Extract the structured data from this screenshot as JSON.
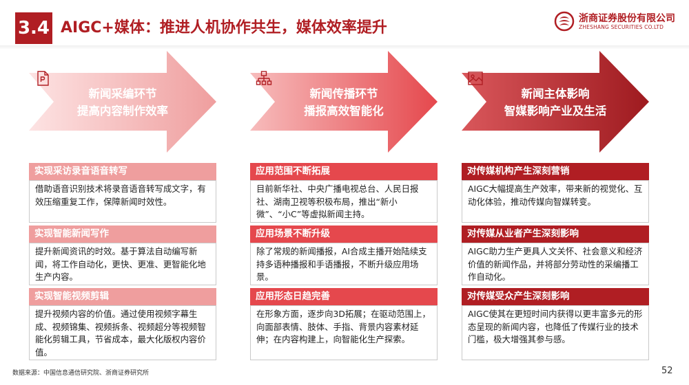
{
  "header": {
    "section_number": "3.4",
    "title": "AIGC+媒体：推进人机协作共生，媒体效率提升",
    "logo_cn": "浙商证券股份有限公司",
    "logo_en": "ZHESHANG SECURITIES CO.LTD"
  },
  "columns": [
    {
      "icon": "ppt-document-icon",
      "color": "#ef9e9e",
      "arrow_line1": "新闻采编环节",
      "arrow_line2": "提高内容制作效率",
      "sections": [
        {
          "heading": "实现采访录音语音转写",
          "body": "借助语音识别技术将录音语音转写成文字，有效压缩重复工作，保障新闻时效性。"
        },
        {
          "heading": "实现智能新闻写作",
          "body": "提升新闻资讯的时效。基于算法自动编写新闻，将工作自动化，更快、更准、更智能化地生产内容。"
        },
        {
          "heading": "实现智能视频剪辑",
          "body": "提升视频内容的价值。通过使用视频字幕生成、视频锦集、视频拆条、视频超分等视频智能化剪辑工具，节省成本，最大化版权内容价值。"
        }
      ]
    },
    {
      "icon": "network-diagram-icon",
      "color": "#e5484d",
      "arrow_line1": "新闻传播环节",
      "arrow_line2": "播报高效智能化",
      "sections": [
        {
          "heading": "应用范围不断拓展",
          "body": "目前新华社、中央广播电视总台、人民日报社、湖南卫视等积极布局，推出“新小微”、“小C”等虚拟新闻主持。"
        },
        {
          "heading": "应用场景不断升级",
          "body": "除了常规的新闻播报，AI合成主播开始陆续支持多语种播报和手语播报，不断升级应用场景。"
        },
        {
          "heading": "应用形态日趋完善",
          "body": "在形象方面，逐步向3D拓展；在驱动范围上，向面部表情、肢体、手指、背景内容素材延伸；在内容构建上，向智能化生产探索。"
        }
      ]
    },
    {
      "icon": "image-picture-icon",
      "color": "#b01e23",
      "arrow_line1": "新闻主体影响",
      "arrow_line2": "智媒影响产业及生活",
      "sections": [
        {
          "heading": "对传媒机构产生深刻营销",
          "body": "AIGC大幅提高生产效率，带来新的视觉化、互动化体验，推动传媒向智媒转变。"
        },
        {
          "heading": "对传媒从业者产生深刻影响",
          "body": "AIGC助力生产更具人文关怀、社会意义和经济价值的新闻作品，并将部分劳动性的采编播工作自动化。"
        },
        {
          "heading": "对传媒受众产生深刻影响",
          "body": "AIGC使其在更短时间内获得以更丰富多元的形态呈现的新闻内容，也降低了传媒行业的技术门槛，极大增强其参与感。"
        }
      ]
    }
  ],
  "footer": {
    "source": "数据来源：中国信息通信研究院、浙商证券研究所",
    "page_number": "52"
  }
}
